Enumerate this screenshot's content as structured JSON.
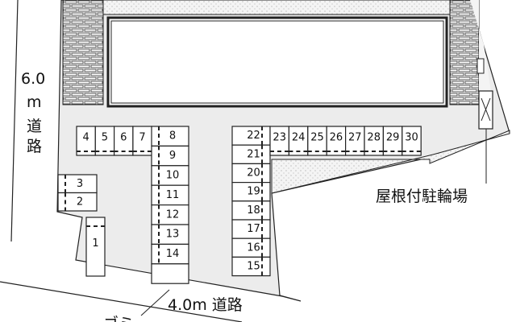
{
  "labels": {
    "left_road_width": "6.0",
    "left_road_unit": "m",
    "left_road_char1": "道",
    "left_road_char2": "路",
    "bottom_road": "4.0m 道路",
    "bike_shelter": "屋根付駐輪場",
    "garbage": "ゴミ"
  },
  "stalls": {
    "row_left": [
      "4",
      "5",
      "6",
      "7"
    ],
    "column_center_left": [
      "8",
      "9",
      "10",
      "11",
      "12",
      "13",
      "14",
      ""
    ],
    "column_center_right": [
      "22",
      "21",
      "20",
      "19",
      "18",
      "17",
      "16",
      "15"
    ],
    "row_right": [
      "23",
      "24",
      "25",
      "26",
      "27",
      "28",
      "29",
      "30"
    ],
    "small_left": [
      "3",
      "2"
    ],
    "single": [
      "1"
    ]
  },
  "colors": {
    "lot": "#ececec",
    "line": "#222222",
    "brick": "#555555"
  }
}
